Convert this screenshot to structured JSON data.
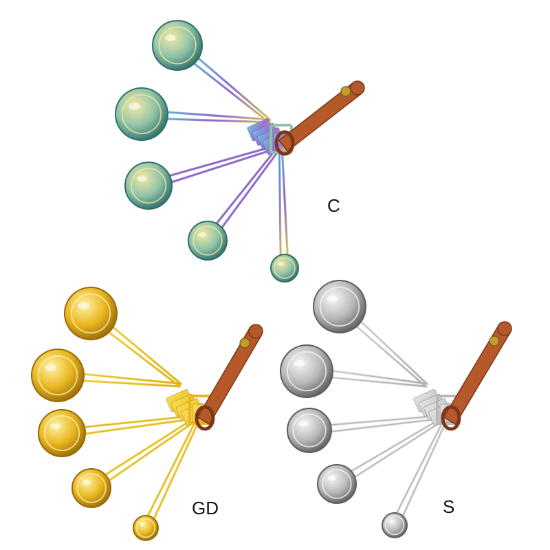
{
  "sets": [
    {
      "id": "rainbow",
      "label": "C",
      "finish": "rainbow",
      "colors": {
        "light": "#f6e9a6",
        "mid": "#8fc3a8",
        "dark": "#2f6f6a",
        "handle": "#9c6fd6",
        "handle2": "#f1d45e",
        "handle3": "#6fc0e6"
      }
    },
    {
      "id": "gold",
      "label": "GD",
      "finish": "gold",
      "colors": {
        "light": "#fff3a8",
        "mid": "#e9b720",
        "dark": "#9a6a08",
        "handle": "#f2cf3a",
        "handle2": "#e7b91f",
        "handle3": "#f7dc58"
      }
    },
    {
      "id": "silver",
      "label": "S",
      "finish": "silver",
      "colors": {
        "light": "#f7f7f7",
        "mid": "#b9b9b9",
        "dark": "#5e5e5e",
        "handle": "#d3d3d3",
        "handle2": "#bdbdbd",
        "handle3": "#e2e2e2"
      }
    }
  ],
  "strap_color": "#b5582a",
  "strap_dark": "#7d3718",
  "snap_color": "#c49a2b"
}
